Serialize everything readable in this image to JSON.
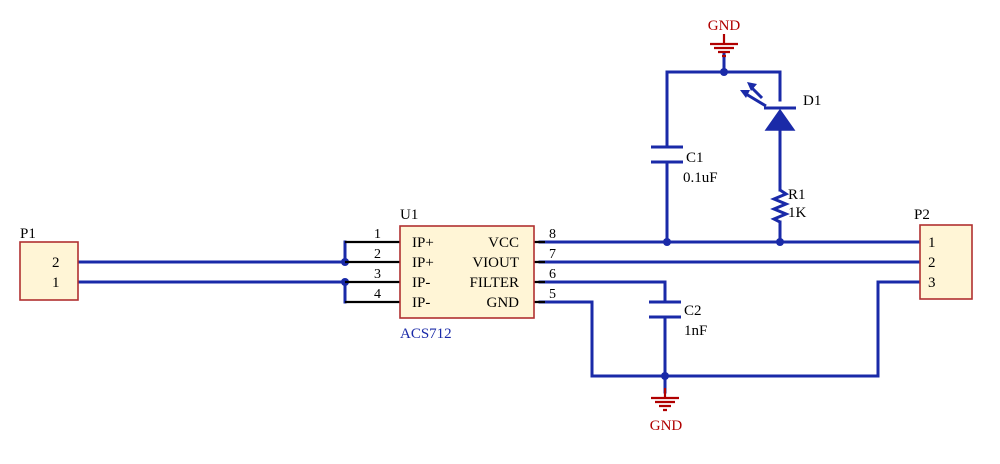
{
  "components": {
    "p1": {
      "ref": "P1",
      "pins": [
        "2",
        "1"
      ]
    },
    "p2": {
      "ref": "P2",
      "pins": [
        "1",
        "2",
        "3"
      ]
    },
    "u1": {
      "ref": "U1",
      "value": "ACS712",
      "left_pin_numbers": [
        "1",
        "2",
        "3",
        "4"
      ],
      "left_pin_names": [
        "IP+",
        "IP+",
        "IP-",
        "IP-"
      ],
      "right_pin_numbers": [
        "8",
        "7",
        "6",
        "5"
      ],
      "right_pin_names": [
        "VCC",
        "VIOUT",
        "FILTER",
        "GND"
      ]
    },
    "c1": {
      "ref": "C1",
      "value": "0.1uF"
    },
    "c2": {
      "ref": "C2",
      "value": "1nF"
    },
    "r1": {
      "ref": "R1",
      "value": "1K"
    },
    "d1": {
      "ref": "D1"
    },
    "gnd_top": {
      "label": "GND"
    },
    "gnd_bottom": {
      "label": "GND"
    }
  },
  "colors": {
    "wire": "#1a2aa8",
    "ground": "#b00000",
    "component_body_fill": "#fff5d6",
    "component_body_border": "#b03030"
  }
}
